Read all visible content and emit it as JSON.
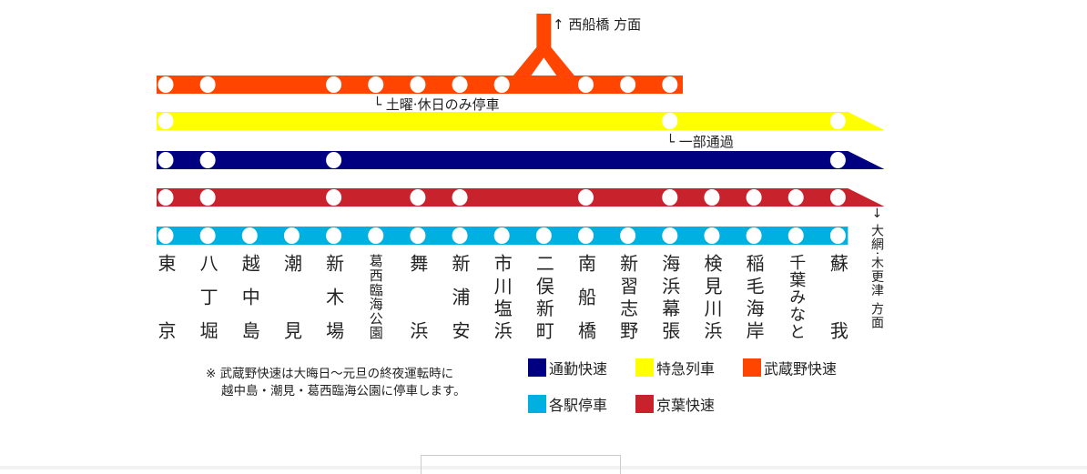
{
  "colors": {
    "musashino_rapid": "#FF4500",
    "limited_express": "#FFFF00",
    "commuter_rapid": "#000080",
    "keiyo_rapid": "#C8232C",
    "local": "#00B0E0"
  },
  "stations": [
    "東京",
    "八丁堀",
    "越中島",
    "潮見",
    "新木場",
    "葛西臨海公園",
    "舞浜",
    "新浦安",
    "市川塩浜",
    "二俣新町",
    "南船橋",
    "新習志野",
    "海浜幕張",
    "検見川浜",
    "稲毛海岸",
    "千葉みなと",
    "蘇我"
  ],
  "lines": [
    {
      "key": "musashino_rapid",
      "stops": [
        0,
        1,
        4,
        5,
        6,
        7,
        8,
        10,
        11,
        12
      ],
      "last": 12,
      "arrow": false,
      "branch_after": 8
    },
    {
      "key": "limited_express",
      "stops": [
        0,
        12,
        16
      ],
      "last": 16,
      "arrow": true
    },
    {
      "key": "commuter_rapid",
      "stops": [
        0,
        1,
        4,
        16
      ],
      "last": 16,
      "arrow": true
    },
    {
      "key": "keiyo_rapid",
      "stops": [
        0,
        1,
        4,
        6,
        7,
        10,
        12,
        13,
        14,
        15,
        16
      ],
      "last": 16,
      "arrow": true
    },
    {
      "key": "local",
      "stops": [
        0,
        1,
        2,
        3,
        4,
        5,
        6,
        7,
        8,
        9,
        10,
        11,
        12,
        13,
        14,
        15,
        16
      ],
      "last": 16,
      "arrow": false
    }
  ],
  "annotations": {
    "nishifunabashi": "↑ 西船橋 方面",
    "weekend_only": "└ 土曜·休日のみ停車",
    "partial_pass": "└ 一部通過",
    "oami_kisarazu": "→ 大網·木更津 方面"
  },
  "note": {
    "line1": "※ 武蔵野快速は大晦日～元旦の終夜運転時に",
    "line2": "越中島・潮見・葛西臨海公園に停車します。"
  },
  "legend": {
    "commuter_rapid": "通勤快速",
    "limited_express": "特急列車",
    "musashino_rapid": "武蔵野快速",
    "local": "各駅停車",
    "keiyo_rapid": "京葉快速"
  }
}
